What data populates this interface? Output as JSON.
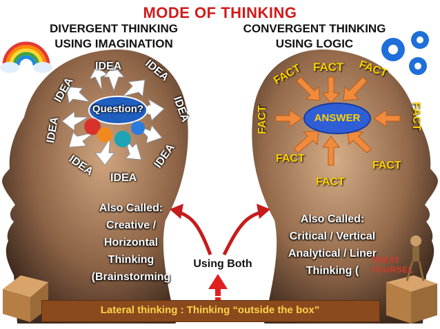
{
  "title": "MODE OF THINKING",
  "left": {
    "heading_line1": "DIVERGENT THINKING",
    "heading_line2": "USING IMAGINATION",
    "center": "Question?",
    "idea_label": "IDEA",
    "also_lines": [
      "Also Called:",
      "Creative /",
      "Horizontal",
      "Thinking",
      "(Brainstorming"
    ]
  },
  "right": {
    "heading_line1": "CONVERGENT THINKING",
    "heading_line2": "USING LOGIC",
    "center": "ANSWER",
    "fact_label": "FACT",
    "also_lines": [
      "Also Called:",
      "Critical / Vertical",
      "Analytical / Liner",
      "Thinking  ("
    ]
  },
  "using_both": "Using Both",
  "watermark": "TREAT YOURSEL",
  "banner": "Lateral thinking : Thinking “outside the box”",
  "colors": {
    "title": "#d11a1a",
    "fact": "#ffd200",
    "arrow_fact": "#f08a3c",
    "answer": "#2f5fd6",
    "banner": "#8a4a1d",
    "banner_text": "#ffd24a",
    "gear": "#1e6fd9"
  }
}
